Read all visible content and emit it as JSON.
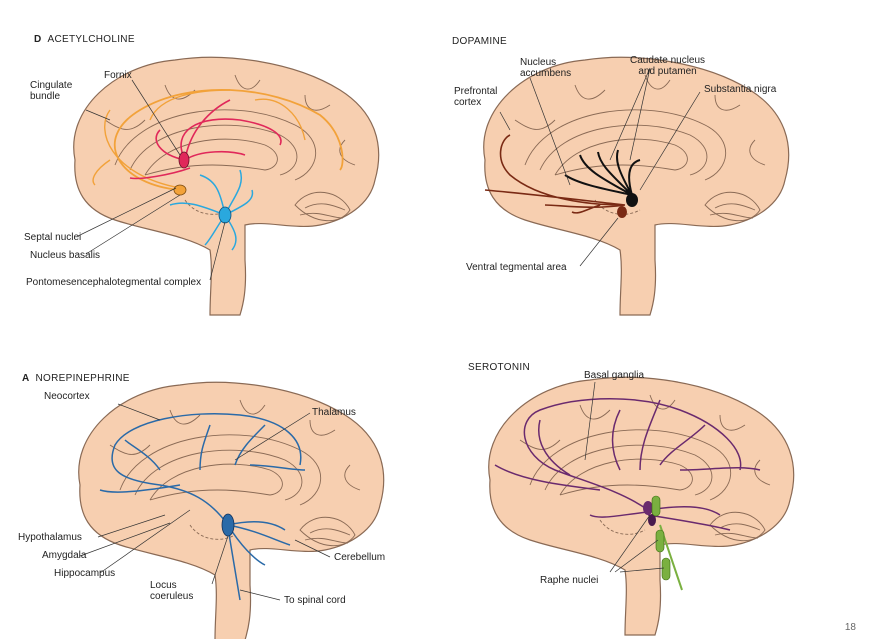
{
  "colors": {
    "brain_fill": "#f7cfb0",
    "brain_stroke": "#8a6a55",
    "acetylcholine_orange": "#f2a23a",
    "acetylcholine_red": "#e0285a",
    "acetylcholine_blue": "#2aa8de",
    "dopamine": "#7a2a14",
    "dopamine_black": "#111111",
    "norepinephrine": "#2a6aa8",
    "serotonin": "#6a2a6e",
    "serotonin_green": "#7ab040"
  },
  "panels": {
    "acetylcholine": {
      "letter": "D",
      "title": "ACETYLCHOLINE",
      "labels": {
        "fornix": "Fornix",
        "cingulate": "Cingulate\nbundle",
        "septal": "Septal nuclei",
        "basalis": "Nucleus basalis",
        "ponto": "Pontomesencephalotegmental complex"
      }
    },
    "dopamine": {
      "title": "DOPAMINE",
      "labels": {
        "accumbens": "Nucleus\naccumbens",
        "caudate": "Caudate nucleus\nand putamen",
        "prefrontal": "Prefrontal\ncortex",
        "nigra": "Substantia nigra",
        "vta": "Ventral tegmental area"
      }
    },
    "norepinephrine": {
      "letter": "A",
      "title": "NOREPINEPHRINE",
      "labels": {
        "neocortex": "Neocortex",
        "thalamus": "Thalamus",
        "hypothalamus": "Hypothalamus",
        "amygdala": "Amygdala",
        "hippocampus": "Hippocampus",
        "cerebellum": "Cerebellum",
        "locus": "Locus\ncoeruleus",
        "spinal": "To spinal cord"
      }
    },
    "serotonin": {
      "title": "SEROTONIN",
      "labels": {
        "basal": "Basal ganglia",
        "raphe": "Raphe nuclei"
      }
    }
  },
  "page_number": "18"
}
